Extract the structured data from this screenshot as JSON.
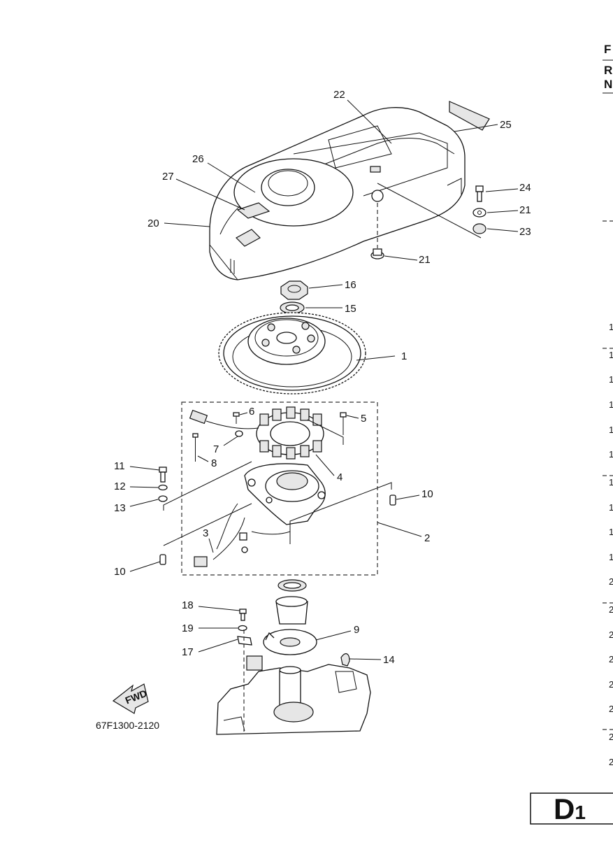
{
  "diagram": {
    "drawing_code": "67F1300-2120",
    "page_id": {
      "letter": "D",
      "number": "1"
    },
    "fwd_label": "FWD",
    "callouts": [
      "1",
      "2",
      "3",
      "4",
      "5",
      "6",
      "7",
      "8",
      "9",
      "10",
      "10",
      "11",
      "12",
      "13",
      "14",
      "15",
      "16",
      "17",
      "18",
      "19",
      "20",
      "21",
      "21",
      "22",
      "23",
      "24",
      "25",
      "26",
      "27"
    ]
  },
  "right_edge": {
    "letters": [
      "F",
      "R",
      "N"
    ],
    "rows": [
      "1",
      "1",
      "1",
      "1",
      "1",
      "1",
      "1",
      "1",
      "1",
      "1",
      "2",
      "2",
      "2",
      "2",
      "2",
      "2",
      "2",
      "2"
    ]
  }
}
